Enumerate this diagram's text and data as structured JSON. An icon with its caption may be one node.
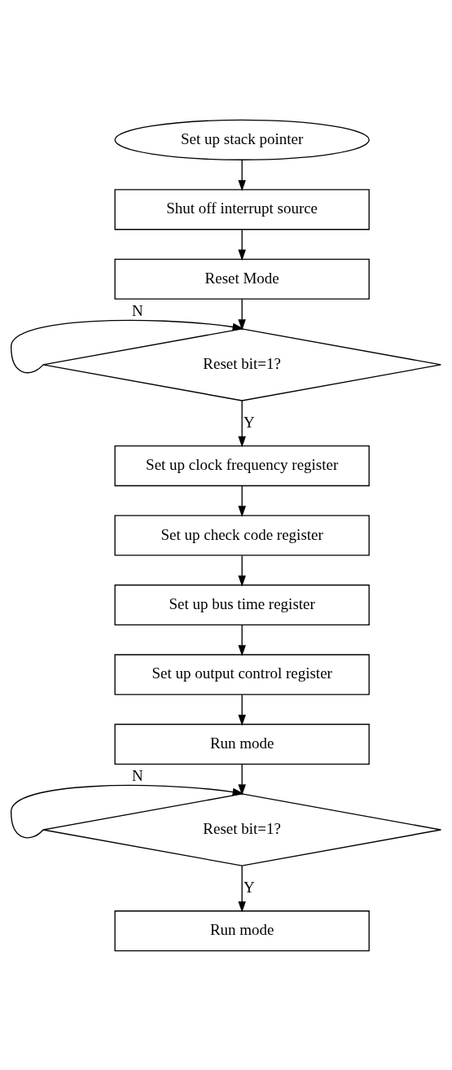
{
  "diagram": {
    "nodes": [
      {
        "text": [
          "Set up stack pointer"
        ]
      },
      {
        "text": [
          "Shut off interrupt source"
        ]
      },
      {
        "text": [
          "Reset Mode"
        ]
      },
      {
        "text": [
          "Reset bit=1?"
        ]
      },
      {
        "text": [
          "Set up clock frequency register"
        ]
      },
      {
        "text": [
          "Set up check code register"
        ]
      },
      {
        "text": [
          "Set up bus time register"
        ]
      },
      {
        "text": [
          "Set up output control register"
        ]
      },
      {
        "text": [
          "Run mode"
        ]
      },
      {
        "text": [
          "Reset bit=1?"
        ]
      },
      {
        "text": [
          "Run mode"
        ]
      }
    ],
    "edges": [
      {
        "from": 0,
        "to": 1,
        "arrow": "to"
      },
      {
        "from": 1,
        "to": 2,
        "arrow": "to"
      },
      {
        "from": 2,
        "to": 3,
        "arrow": "to"
      },
      {
        "from": 3,
        "to": 3,
        "label": "N",
        "arrow": "to"
      },
      {
        "from": 3,
        "to": 4,
        "label": "Y",
        "arrow": "to"
      },
      {
        "from": 4,
        "to": 5,
        "arrow": "to"
      },
      {
        "from": 5,
        "to": 6,
        "arrow": "to"
      },
      {
        "from": 6,
        "to": 7,
        "arrow": "to"
      },
      {
        "from": 7,
        "to": 8,
        "arrow": "to"
      },
      {
        "from": 8,
        "to": 9,
        "arrow": "to"
      },
      {
        "from": 9,
        "to": 9,
        "label": "N",
        "arrow": "to"
      },
      {
        "from": 9,
        "to": 10,
        "label": "Y",
        "arrow": "to"
      }
    ]
  }
}
